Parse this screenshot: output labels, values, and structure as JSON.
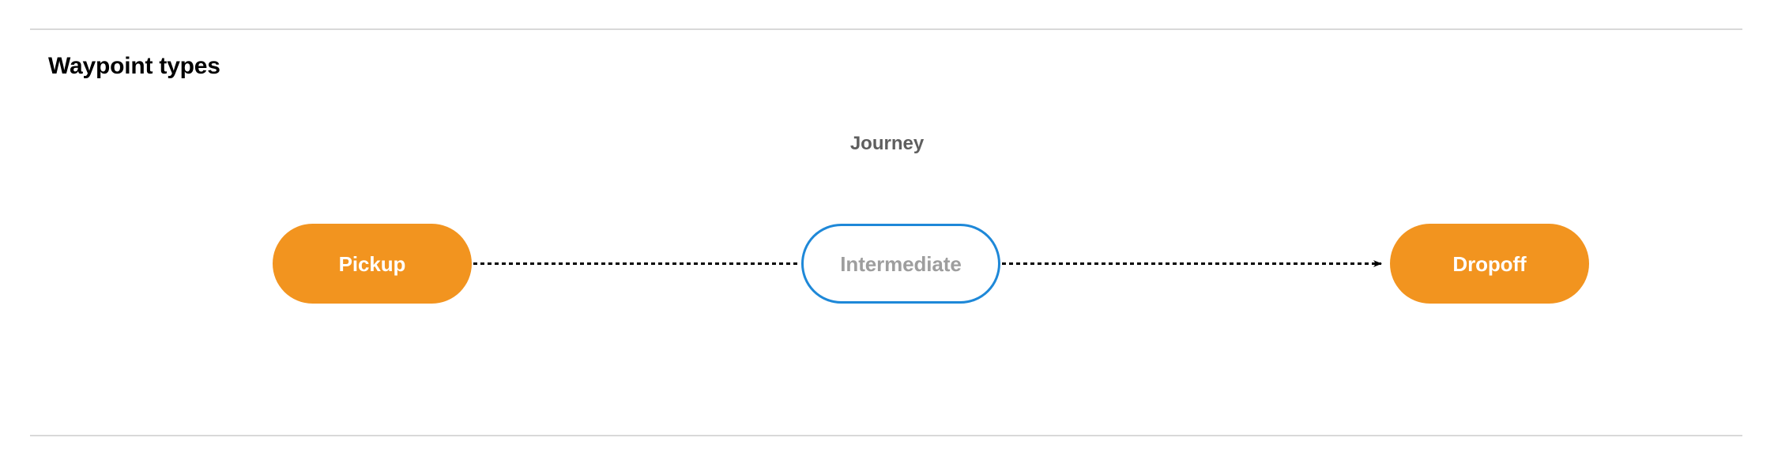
{
  "section": {
    "title": "Waypoint types"
  },
  "diagram": {
    "label": "Journey",
    "nodes": [
      {
        "id": "pickup",
        "label": "Pickup",
        "kind": "terminal",
        "fill": "#f2941f",
        "text_color": "#ffffff"
      },
      {
        "id": "intermediate",
        "label": "Intermediate",
        "kind": "intermediate",
        "fill": "#ffffff",
        "text_color": "#9e9e9e",
        "border_color": "#1e88d8"
      },
      {
        "id": "dropoff",
        "label": "Dropoff",
        "kind": "terminal",
        "fill": "#f2941f",
        "text_color": "#ffffff"
      }
    ],
    "edges": [
      {
        "from": "pickup",
        "to": "intermediate",
        "style": "dashed",
        "arrowhead": false,
        "color": "#000000"
      },
      {
        "from": "intermediate",
        "to": "dropoff",
        "style": "dashed",
        "arrowhead": true,
        "color": "#000000"
      }
    ]
  },
  "dividers": {
    "color": "#d9d9d9",
    "count": 2
  }
}
